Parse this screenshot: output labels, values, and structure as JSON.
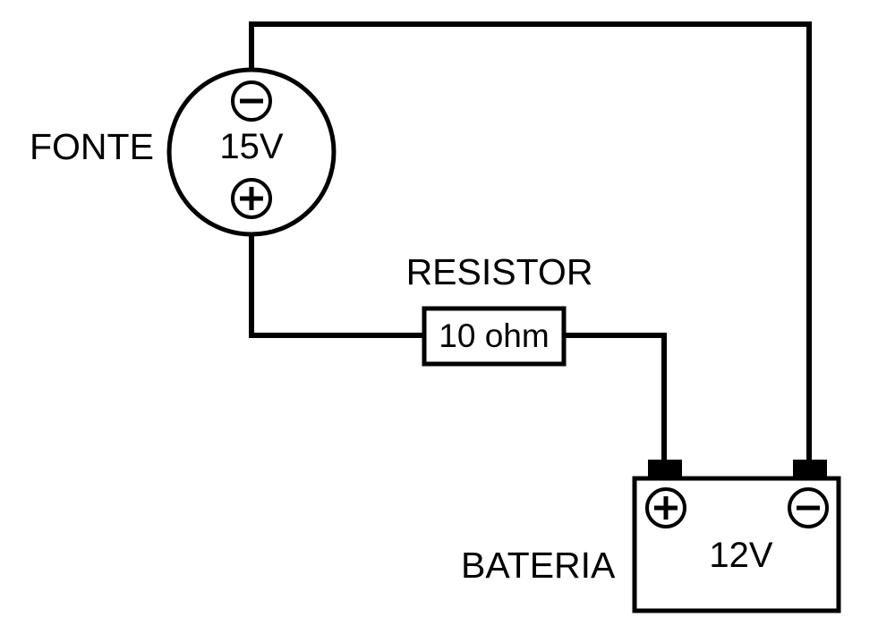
{
  "source": {
    "label": "FONTE",
    "voltage": "15V",
    "negative_symbol": "minus-sign",
    "positive_symbol": "plus-sign"
  },
  "resistor": {
    "label": "RESISTOR",
    "value": "10 ohm"
  },
  "battery": {
    "label": "BATERIA",
    "voltage": "12V",
    "positive_symbol": "plus-sign",
    "negative_symbol": "minus-sign"
  },
  "colors": {
    "line": "#000000",
    "background": "#ffffff"
  }
}
